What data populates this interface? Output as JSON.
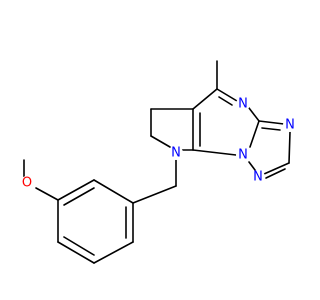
{
  "molecule": {
    "atoms": {
      "n_pyrrolidine": {
        "label": "N",
        "color": "#0000ff"
      },
      "n_pyrimidine": {
        "label": "N",
        "color": "#0000ff"
      },
      "n_bridge": {
        "label": "N",
        "color": "#0000ff"
      },
      "n_triazole_right": {
        "label": "N",
        "color": "#0000ff"
      },
      "n_triazole_bottom": {
        "label": "N",
        "color": "#0000ff"
      },
      "o_methoxy": {
        "label": "O",
        "color": "#ff0000"
      }
    }
  }
}
